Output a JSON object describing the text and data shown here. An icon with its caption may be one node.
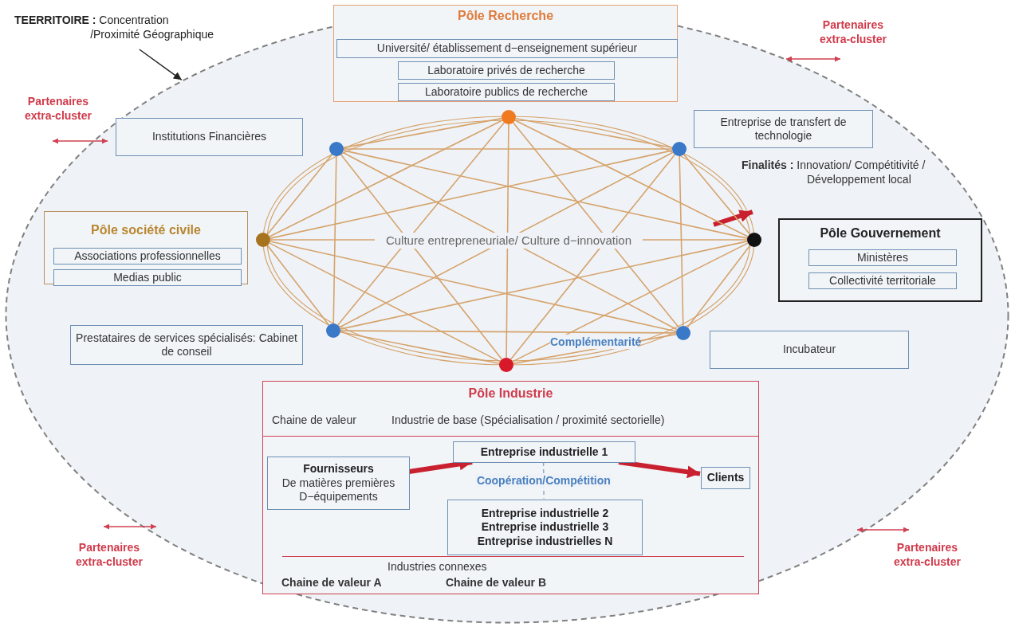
{
  "diagram": {
    "nodes": [
      {
        "text": [],
        "shape": "ellipse"
      },
      {
        "text": [
          "**TEERRITOIRE :** Concentration /Proximité Géographique"
        ]
      },
      {
        "text": [
          "Pôle Recherche"
        ],
        "in": 0
      },
      {
        "text": [
          "Université/ établissement d−enseignement supérieur"
        ],
        "in": 2
      },
      {
        "text": [
          "Laboratoire privés de recherche"
        ],
        "in": 2
      },
      {
        "text": [
          "Laboratoire publics de recherche"
        ],
        "in": 2
      },
      {
        "text": [
          "Institutions Financières"
        ],
        "in": 0
      },
      {
        "text": [
          "Entreprise de transfert de technologie"
        ],
        "in": 0
      },
      {
        "text": [
          "**Finalités :** Innovation/ Compétitivité / Développement local"
        ],
        "in": 0
      },
      {
        "text": [
          "Pôle société civile"
        ],
        "in": 0
      },
      {
        "text": [
          "Associations professionnelles"
        ],
        "in": 9
      },
      {
        "text": [
          "Medias public"
        ],
        "in": 9
      },
      {
        "text": [
          "Pôle Gouvernement"
        ],
        "in": 0
      },
      {
        "text": [
          "Ministères"
        ],
        "in": 12
      },
      {
        "text": [
          "Collectivité territoriale"
        ],
        "in": 12
      },
      {
        "text": [
          "Prestataires de services spécialisés: Cabinet de conseil"
        ],
        "in": 0
      },
      {
        "text": [
          "Incubateur"
        ],
        "in": 0
      },
      {
        "text": [
          "Pôle Industrie",
          "Chaine de valeur",
          "Industrie de base (Spécialisation / proximité sectorielle)",
          "Industries connexes",
          "Chaine de valeur A",
          "Chaine de valeur B"
        ],
        "in": 0
      },
      {
        "text": [
          "Fournisseurs",
          "De matières premières D−équipements"
        ],
        "in": 17
      },
      {
        "text": [
          "Entreprise industrielle 1"
        ],
        "in": 17
      },
      {
        "text": [
          "Entreprise industrielle 2",
          "Entreprise industrielle 3",
          "Entreprise industrielles N"
        ],
        "in": 17
      },
      {
        "text": [
          "Clients"
        ],
        "in": 17
      },
      {
        "text": [],
        "shape": "circle",
        "in": 0
      },
      {
        "text": [],
        "shape": "circle",
        "in": 0
      },
      {
        "text": [],
        "shape": "circle",
        "in": 0
      },
      {
        "text": [],
        "shape": "circle",
        "in": 0
      },
      {
        "text": [],
        "shape": "circle",
        "in": 0
      },
      {
        "text": [],
        "shape": "circle",
        "in": 0
      },
      {
        "text": [],
        "shape": "circle",
        "in": 0
      },
      {
        "text": [],
        "shape": "circle",
        "in": 0
      }
    ],
    "edges": [
      {
        "from": 1,
        "to": 0,
        "arrow": "to",
        "color": "#222222"
      },
      {
        "from": null,
        "to": 8,
        "arrow": "to",
        "style": "thick",
        "color": "#c8202e"
      },
      {
        "from": 18,
        "to": 19,
        "arrow": "to",
        "style": "thick",
        "color": "#c8202e"
      },
      {
        "from": 19,
        "to": 21,
        "arrow": "to",
        "style": "thick",
        "color": "#c8202e"
      },
      {
        "from": 19,
        "to": 20,
        "arrow": "none",
        "label": "Coopération/Compétition",
        "style": "dashed",
        "color": "#8fa8c8"
      },
      {
        "from": 22,
        "to": 23,
        "arrow": "none"
      },
      {
        "from": 22,
        "to": 24,
        "arrow": "none"
      },
      {
        "from": 22,
        "to": 25,
        "arrow": "none"
      },
      {
        "from": 22,
        "to": 26,
        "arrow": "none"
      },
      {
        "from": 22,
        "to": 27,
        "arrow": "none"
      },
      {
        "from": 22,
        "to": 28,
        "arrow": "none"
      },
      {
        "from": 22,
        "to": 29,
        "arrow": "none"
      },
      {
        "from": 23,
        "to": 24,
        "arrow": "none"
      },
      {
        "from": 23,
        "to": 25,
        "arrow": "none"
      },
      {
        "from": 23,
        "to": 26,
        "arrow": "none"
      },
      {
        "from": 23,
        "to": 27,
        "arrow": "none"
      },
      {
        "from": 23,
        "to": 28,
        "arrow": "none"
      },
      {
        "from": 23,
        "to": 29,
        "arrow": "none"
      },
      {
        "from": 24,
        "to": 25,
        "arrow": "none"
      },
      {
        "from": 24,
        "to": 26,
        "arrow": "none"
      },
      {
        "from": 24,
        "to": 27,
        "arrow": "none"
      },
      {
        "from": 24,
        "to": 28,
        "arrow": "none"
      },
      {
        "from": 24,
        "to": 29,
        "arrow": "none"
      },
      {
        "from": 25,
        "to": 26,
        "arrow": "none"
      },
      {
        "from": 25,
        "to": 27,
        "arrow": "none"
      },
      {
        "from": 25,
        "to": 28,
        "arrow": "none"
      },
      {
        "from": 25,
        "to": 29,
        "arrow": "none"
      },
      {
        "from": 26,
        "to": 27,
        "arrow": "none"
      },
      {
        "from": 26,
        "to": 28,
        "arrow": "none"
      },
      {
        "from": 26,
        "to": 29,
        "arrow": "none"
      },
      {
        "from": 27,
        "to": 28,
        "arrow": "none"
      },
      {
        "from": 27,
        "to": 29,
        "arrow": "none"
      },
      {
        "from": 28,
        "to": 29,
        "arrow": "none"
      }
    ],
    "labels": [
      "Partenaires extra-cluster",
      "Partenaires extra-cluster",
      "Culture entrepreneuriale/ Culture d−innovation",
      "Complémentarité",
      "Partenaires extra-cluster",
      "Partenaires extra-cluster"
    ]
  }
}
